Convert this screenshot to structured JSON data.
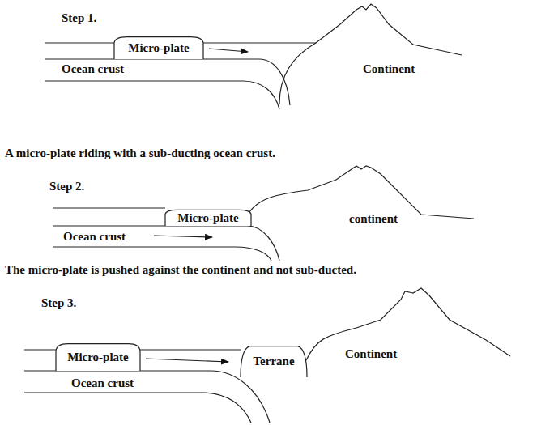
{
  "diagram": {
    "nodes": [
      {
        "text": [
          "Micro-plate"
        ]
      },
      {
        "text": [
          "Micro-plate"
        ]
      },
      {
        "text": [
          "Micro-plate"
        ]
      },
      {
        "text": [
          "Terrane"
        ]
      }
    ],
    "labels": [
      "Step 1.",
      "Ocean crust",
      "Continent",
      "A micro-plate riding with a sub-ducting ocean crust.",
      "Step 2.",
      "continent",
      "Ocean crust",
      "The micro-plate is pushed against the continent and not sub-ducted.",
      "Step 3.",
      "Continent",
      "Ocean crust"
    ]
  }
}
